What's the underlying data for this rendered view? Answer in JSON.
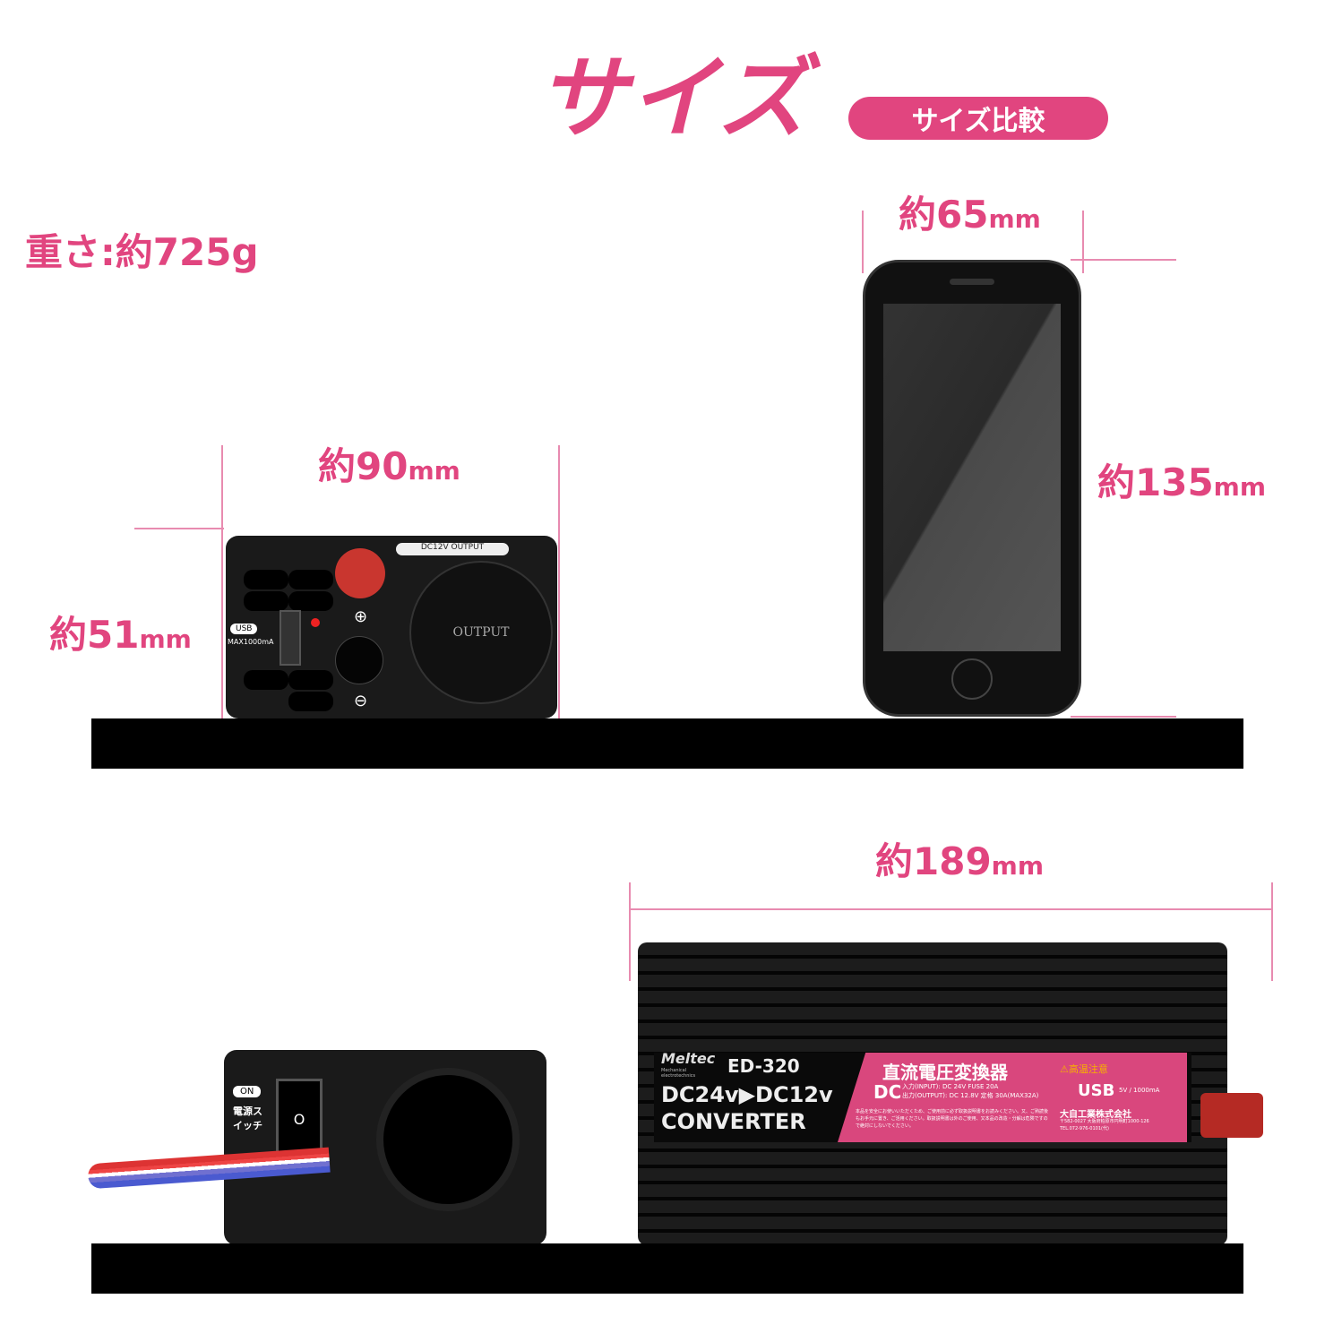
{
  "title": "サイズ",
  "compare_badge": "サイズ比較",
  "weight": "重さ:約725g",
  "dims": {
    "width_front": {
      "num": "約90",
      "unit": "mm"
    },
    "height_front": {
      "num": "約51",
      "unit": "mm"
    },
    "phone_width": {
      "num": "約65",
      "unit": "mm"
    },
    "phone_height": {
      "num": "約135",
      "unit": "mm"
    },
    "length": {
      "num": "約189",
      "unit": "mm"
    }
  },
  "front_panel": {
    "output_label": "DC12V OUTPUT",
    "cap_text": "OUTPUT",
    "usb": "USB",
    "usb_max": "MAX1000mA",
    "plus": "⊕",
    "minus": "⊖"
  },
  "back_panel": {
    "on": "ON",
    "switch": "電源スイッチ",
    "switch_symbol": "O"
  },
  "side_label": {
    "brand": "Meltec",
    "brand_sub": "Mechanical electrotechnics",
    "model": "ED-320",
    "line1": "DC24v▶DC12v",
    "line2": "CONVERTER",
    "jp_title": "直流電圧変換器",
    "warning": "⚠高温注意",
    "dc": "DC",
    "input": "入力(INPUT): DC 24V  FUSE 20A",
    "output": "出力(OUTPUT): DC 12.8V  定格 30A(MAX32A)",
    "usb": "USB",
    "usb_spec": "5V / 1000mA",
    "notice": "本品を安全にお使いいただくため、ご使用前に必ず取扱説明書をお読みください。又、ご熟読後もお手元に置き、ご活用ください。取扱説明書は外のご使用、又本品の改造・分解は危険ですので絶対にしないでください。",
    "company": "大自工業株式会社",
    "address": "〒582-0027 大阪府柏原市円明町1000-126",
    "tel": "TEL.072-976-0101(代)"
  },
  "colors": {
    "accent": "#e1457f"
  }
}
